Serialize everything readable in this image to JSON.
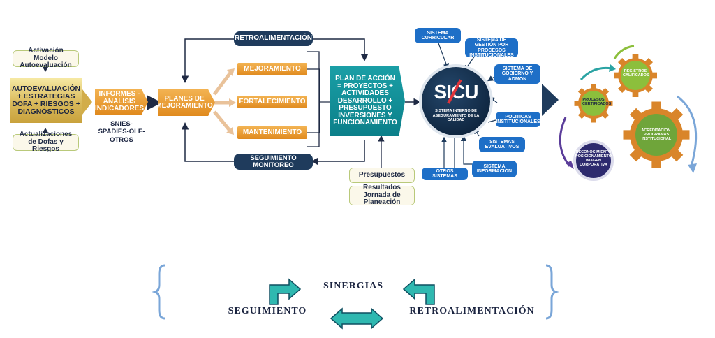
{
  "left": {
    "activacion": "Activación Modelo Autoevaluación",
    "autoevaluacion": "AUTOEVALUACIÓN + ESTRATEGIAS DOFA + RIESGOS + DIAGNÓSTICOS",
    "actualizaciones": "Actualizaciones de Dofas y Riesgos"
  },
  "informes": "INFORMES - ANALISIS INDICADORES",
  "snies": "SNIES-SPADIES-OLE-OTROS",
  "planes": "PLANES DE MEJORAMIENTO",
  "outcomes": [
    "MEJORAMIENTO",
    "FORTALECIMIENTO",
    "MANTENIMIENTO"
  ],
  "retroalimentacion": "RETROALIMENTACIÓN",
  "seguimiento_monitoreo": "SEGUIMIENTO MONITOREO",
  "plan_accion": "PLAN DE ACCIÓN = PROYECTOS + ACTIVIDADES DESARROLLO + PRESUPUESTO INVERSIONES Y FUNCIONAMIENTO",
  "presupuestos": "Presupuestos",
  "resultados": "Resultados Jornada de Planeación",
  "sicu": {
    "logo": "SICU",
    "caption": "SISTEMA INTERNO DE ASEGURAMIENTO DE LA CALIDAD"
  },
  "systems": {
    "curricular": "SISTEMA CURRICULAR",
    "gestion": "SISTEMA DE GESTIÓN POR PROCESOS INSTITUCIONALES",
    "gobierno": "SISTEMA DE GOBIERNO Y ADMON",
    "politicas": "POLITICAS INSTITUCIONALES",
    "evaluativos": "SISTEMAS EVALUATIVOS",
    "informacion": "SISTEMA INFORMACIÓN",
    "otros": "OTROS SISTEMAS"
  },
  "gears": {
    "registros": "REGISTROS CALIFICADOS",
    "procesos": "PROCESOS CERTIFICADOS",
    "acreditacion": "ACREDITACIÓN. PROGRAMAS INSTITUCIONAL",
    "reconocimiento": "RECONOCIMIENTO POSICIONAMIENTO IMAGEN CORPORATIVA"
  },
  "bottom": {
    "sinergias": "SINERGIAS",
    "seguimiento": "SEGUIMIENTO",
    "retroalimentacion": "RETROALIMENTACIÓN"
  },
  "colors": {
    "navy": "#1f3b5c",
    "teal": "#0b7f89",
    "orange": "#e08a1e",
    "gold": "#d9b95a",
    "blue": "#1e6fc7",
    "gear_orange": "#d9852a",
    "gear_green": "#8cbf3c",
    "bracket": "#7aa6d8"
  }
}
